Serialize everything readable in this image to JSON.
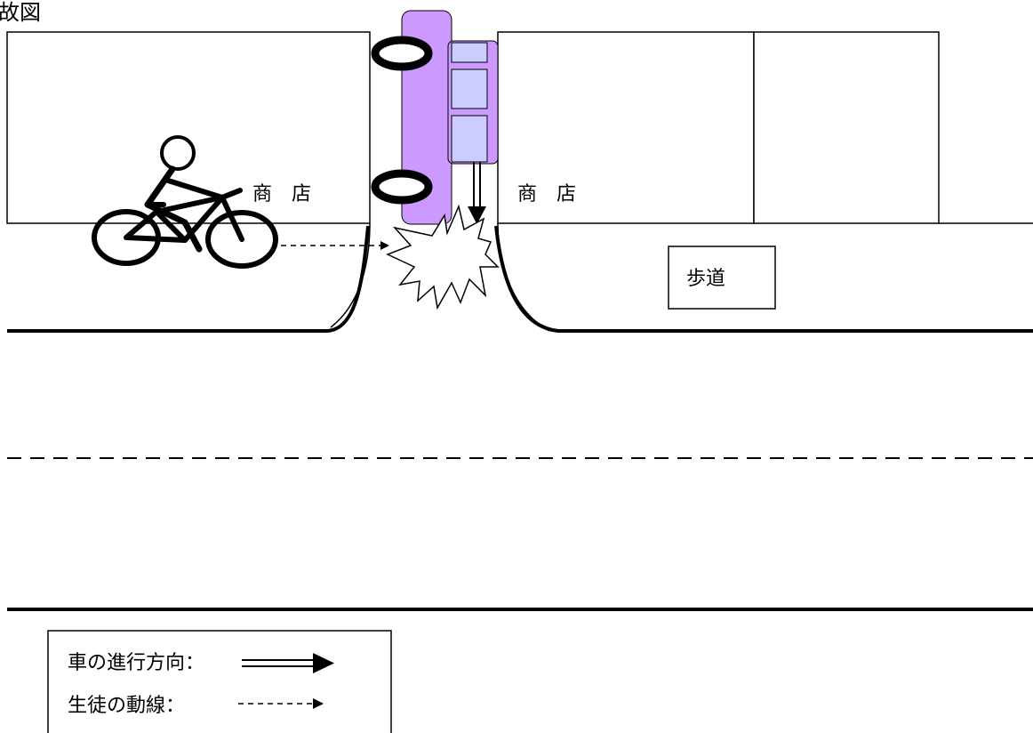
{
  "title": "故図",
  "labels": {
    "shop_left": "商　店",
    "shop_right": "商　店",
    "sidewalk": "歩道"
  },
  "legend": {
    "car_direction": "車の進行方向：",
    "student_path": "生徒の動線："
  },
  "colors": {
    "car_body": "#cc99ff",
    "car_window": "#ccccff",
    "line": "#000000",
    "background": "#ffffff"
  }
}
